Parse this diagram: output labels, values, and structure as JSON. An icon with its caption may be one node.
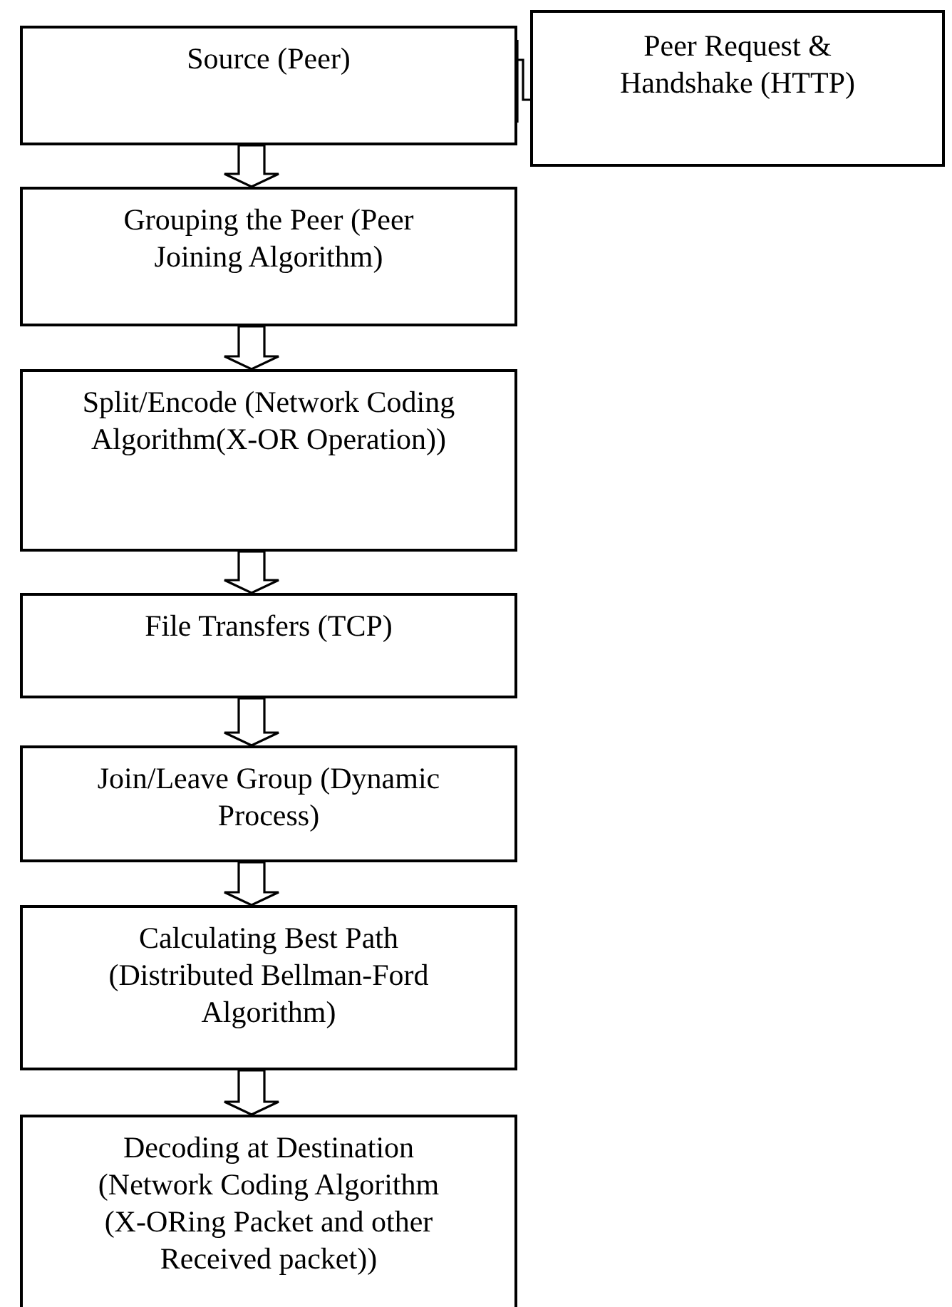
{
  "diagram": {
    "nodes": [
      {
        "text": [
          "Source (Peer)"
        ]
      },
      {
        "text": [
          "Peer Request & Handshake (HTTP)"
        ]
      },
      {
        "text": [
          "Grouping the Peer (Peer Joining Algorithm)"
        ]
      },
      {
        "text": [
          "Split/Encode (Network Coding Algorithm(X-OR Operation))"
        ]
      },
      {
        "text": [
          "File Transfers (TCP)"
        ]
      },
      {
        "text": [
          "Join/Leave Group (Dynamic Process)"
        ]
      },
      {
        "text": [
          "Calculating Best Path (Distributed Bellman-Ford Algorithm)"
        ]
      },
      {
        "text": [
          "Decoding at Destination (Network Coding Algorithm (X-ORing Packet and other Received packet))"
        ]
      }
    ],
    "edges": [
      {
        "from": 1,
        "to": 0,
        "arrow": "other"
      },
      {
        "from": 0,
        "to": 2,
        "arrow": "to"
      },
      {
        "from": 2,
        "to": 3,
        "arrow": "to"
      },
      {
        "from": 3,
        "to": 4,
        "arrow": "to"
      },
      {
        "from": 4,
        "to": 5,
        "arrow": "to"
      },
      {
        "from": 5,
        "to": 6,
        "arrow": "to"
      },
      {
        "from": 6,
        "to": 7,
        "arrow": "to"
      }
    ]
  }
}
